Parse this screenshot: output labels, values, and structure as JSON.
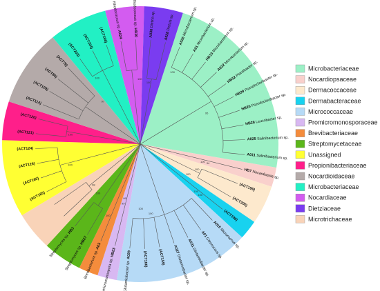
{
  "tree": {
    "start_angle_deg": -72,
    "total_degrees": 360,
    "sectors": [
      {
        "family": "Microbacteriaceae",
        "color": "#9cf0c6",
        "tips": [
          {
            "code": "A026",
            "name": "Microbacterium sp."
          },
          {
            "code": "A01",
            "name": "Microbacterium sp."
          },
          {
            "code": "HB13",
            "name": "Microbacterium sp."
          },
          {
            "code": "A032",
            "name": "Microbacterium sp."
          },
          {
            "code": "HB32",
            "name": "Plantibacter sp."
          },
          {
            "code": "HB29",
            "name": "Pseudoclavibacter sp."
          },
          {
            "code": "HB25",
            "name": "Pseudoclavibacter sp."
          },
          {
            "code": "HB28",
            "name": "Leucobacter sp."
          },
          {
            "code": "A025",
            "name": "Salinibacterium sp."
          },
          {
            "code": "A011",
            "name": "Salinibacterium sp."
          }
        ]
      },
      {
        "family": "Nocardiopsaceae",
        "color": "#f9d0cc",
        "tips": [
          {
            "code": "HB7",
            "name": "Nocardiopsis sp."
          }
        ]
      },
      {
        "family": "Dermacoccaceae",
        "color": "#fde9cd",
        "tips": [
          {
            "code": "(ACT199)",
            "name": ""
          },
          {
            "code": "(ACT200)",
            "name": ""
          }
        ]
      },
      {
        "family": "Dermabacteraceae",
        "color": "#18d2ef",
        "tips": [
          {
            "code": "(ACT198)",
            "name": ""
          }
        ]
      },
      {
        "family": "Micrococcaceae",
        "color": "#b6daf6",
        "tips": [
          {
            "code": "A015",
            "name": "Micrococcus sp."
          },
          {
            "code": "A01",
            "name": "Citrococcus sp."
          },
          {
            "code": "A031",
            "name": "Glutamicibacter sp."
          },
          {
            "code": "A027",
            "name": "Glutamicibacter sp."
          },
          {
            "code": "(ACT159)",
            "name": ""
          },
          {
            "code": "(ACT166)",
            "name": ""
          },
          {
            "code": "A029",
            "name": "Glutamicibacter sp."
          }
        ]
      },
      {
        "family": "Promicromonosporaceae",
        "color": "#d8b8f2",
        "tips": [
          {
            "code": "HB23",
            "name": "Promicromonospora sp."
          }
        ]
      },
      {
        "family": "Brevibacteriaceae",
        "color": "#f48c3c",
        "tips": [
          {
            "code": "A03",
            "name": "Brevibacterium sp."
          }
        ]
      },
      {
        "family": "Streptomycetaceae",
        "color": "#5bb61a",
        "tips": [
          {
            "code": "HB27",
            "name": "Streptomyces sp."
          },
          {
            "code": "HB3",
            "name": "Streptomyces sp."
          }
        ]
      },
      {
        "family": "Microtrichaceae",
        "color": "#f9d3b8",
        "tips": [
          {
            "code": "",
            "name": ""
          },
          {
            "code": "",
            "name": ""
          }
        ]
      },
      {
        "family": "Unassigned",
        "color": "#ffff33",
        "tips": [
          {
            "code": "(ACT165)",
            "name": ""
          },
          {
            "code": "(ACT160)",
            "name": ""
          },
          {
            "code": "(ACT126)",
            "name": ""
          },
          {
            "code": "(ACT124)",
            "name": ""
          }
        ]
      },
      {
        "family": "Propionibacteriaceae",
        "color": "#ff1f8a",
        "tips": [
          {
            "code": "(ACT121)",
            "name": ""
          },
          {
            "code": "(ACT120)",
            "name": ""
          }
        ]
      },
      {
        "family": "Nocardioidaceae",
        "color": "#b4aaa9",
        "tips": [
          {
            "code": "(ACT114)",
            "name": ""
          },
          {
            "code": "(ACT109)",
            "name": ""
          },
          {
            "code": "(ACT80)",
            "name": ""
          },
          {
            "code": "(ACT79)",
            "name": ""
          }
        ]
      },
      {
        "family": "Microbacteriaceae",
        "color": "#22f0c4",
        "tips": [
          {
            "code": "(ACT203)",
            "name": ""
          },
          {
            "code": "(ACT204)",
            "name": ""
          },
          {
            "code": "(ACT196)",
            "name": ""
          }
        ]
      },
      {
        "family": "Nocardiaceae",
        "color": "#d35cf0",
        "tips": [
          {
            "code": "A024",
            "name": "Rhodococcus sp."
          },
          {
            "code": "HB30",
            "name": "Rhodococcus sp."
          }
        ]
      },
      {
        "family": "Dietziaceae",
        "color": "#7a3cf0",
        "tips": [
          {
            "code": "A036",
            "name": "Dietzia sp."
          },
          {
            "code": "A028",
            "name": "Dietzia sp."
          }
        ]
      }
    ],
    "support_values": [
      "100",
      "100",
      "100",
      "100",
      "100",
      "99",
      "100",
      "100",
      "98",
      "100",
      "100",
      "97",
      "100",
      "100",
      "100",
      "95",
      "94",
      "100",
      "100",
      "100",
      "99"
    ]
  },
  "legend": {
    "items": [
      {
        "label": "Microbacteriaceae",
        "color": "#9cf0c6"
      },
      {
        "label": "Nocardiopsaceae",
        "color": "#f9d0cc"
      },
      {
        "label": "Dermacoccaceae",
        "color": "#fde9cd"
      },
      {
        "label": "Dermabacteraceae",
        "color": "#18d2ef"
      },
      {
        "label": "Micrococcaceae",
        "color": "#b6daf6"
      },
      {
        "label": "Promicromonosporaceae",
        "color": "#d8b8f2"
      },
      {
        "label": "Brevibacteriaceae",
        "color": "#f48c3c"
      },
      {
        "label": "Streptomycetaceae",
        "color": "#5bb61a"
      },
      {
        "label": "Unassigned",
        "color": "#ffff33"
      },
      {
        "label": "Propionibacteriaceae",
        "color": "#ff1f8a"
      },
      {
        "label": "Nocardioidaceae",
        "color": "#b4aaa9"
      },
      {
        "label": "Microbacteriaceae",
        "color": "#22f0c4"
      },
      {
        "label": "Nocardiaceae",
        "color": "#d35cf0"
      },
      {
        "label": "Dietziaceae",
        "color": "#7a3cf0"
      },
      {
        "label": "Microtrichaceae",
        "color": "#f9d3b8"
      }
    ]
  }
}
